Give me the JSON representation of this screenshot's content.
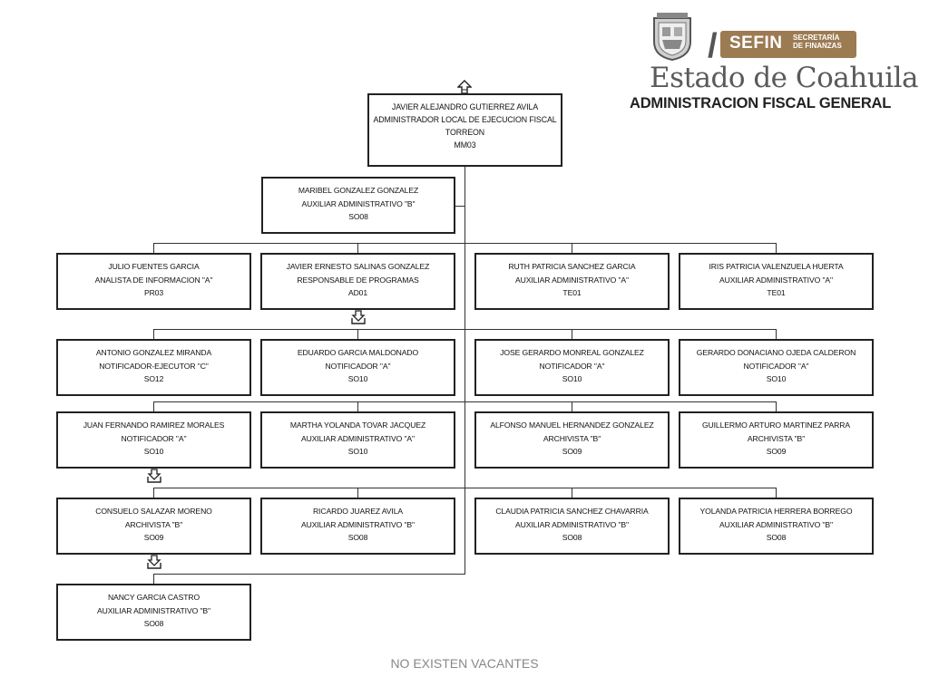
{
  "logo": {
    "sefin": "SEFIN",
    "sefin_sub_1": "SECRETARÍA",
    "sefin_sub_2": "DE FINANZAS",
    "estado": "Estado de Coahuila",
    "subtitle": "ADMINISTRACION FISCAL GENERAL",
    "crest_icon": "coat-of-arms-icon",
    "colors": {
      "sefin_band": "#9c7a52",
      "text_gray": "#5a5a5a"
    }
  },
  "head": {
    "name": "JAVIER ALEJANDRO GUTIERREZ AVILA",
    "position_1": "ADMINISTRADOR LOCAL DE EJECUCION FISCAL",
    "position_2": "TORREON",
    "code": "MM03"
  },
  "assistant": {
    "name": "MARIBEL GONZALEZ GONZALEZ",
    "position": "AUXILIAR ADMINISTRATIVO \"B\"",
    "code": "SO08"
  },
  "row1": [
    {
      "name": "JULIO FUENTES GARCIA",
      "position": "ANALISTA DE INFORMACION \"A\"",
      "code": "PR03"
    },
    {
      "name": "JAVIER ERNESTO SALINAS GONZALEZ",
      "position": "RESPONSABLE DE PROGRAMAS",
      "code": "AD01"
    },
    {
      "name": "RUTH PATRICIA SANCHEZ GARCIA",
      "position": "AUXILIAR ADMINISTRATIVO \"A\"",
      "code": "TE01"
    },
    {
      "name": "IRIS PATRICIA VALENZUELA HUERTA",
      "position": "AUXILIAR ADMINISTRATIVO \"A\"",
      "code": "TE01"
    }
  ],
  "row2": [
    {
      "name": "ANTONIO GONZALEZ MIRANDA",
      "position": "NOTIFICADOR-EJECUTOR \"C\"",
      "code": "SO12"
    },
    {
      "name": "EDUARDO GARCIA MALDONADO",
      "position": "NOTIFICADOR \"A\"",
      "code": "SO10"
    },
    {
      "name": "JOSE GERARDO MONREAL GONZALEZ",
      "position": "NOTIFICADOR \"A\"",
      "code": "SO10"
    },
    {
      "name": "GERARDO DONACIANO OJEDA CALDERON",
      "position": "NOTIFICADOR \"A\"",
      "code": "SO10"
    }
  ],
  "row3": [
    {
      "name": "JUAN FERNANDO RAMIREZ MORALES",
      "position": "NOTIFICADOR \"A\"",
      "code": "SO10"
    },
    {
      "name": "MARTHA YOLANDA TOVAR JACQUEZ",
      "position": "AUXILIAR ADMINISTRATIVO \"A\"",
      "code": "SO10"
    },
    {
      "name": "ALFONSO MANUEL HERNANDEZ GONZALEZ",
      "position": "ARCHIVISTA \"B\"",
      "code": "SO09"
    },
    {
      "name": "GUILLERMO ARTURO MARTINEZ PARRA",
      "position": "ARCHIVISTA \"B\"",
      "code": "SO09"
    }
  ],
  "row4": [
    {
      "name": "CONSUELO SALAZAR MORENO",
      "position": "ARCHIVISTA \"B\"",
      "code": "SO09"
    },
    {
      "name": "RICARDO JUAREZ AVILA",
      "position": "AUXILIAR ADMINISTRATIVO \"B\"",
      "code": "SO08"
    },
    {
      "name": "CLAUDIA PATRICIA SANCHEZ CHAVARRIA",
      "position": "AUXILIAR ADMINISTRATIVO \"B\"",
      "code": "SO08"
    },
    {
      "name": "YOLANDA PATRICIA HERRERA BORREGO",
      "position": "AUXILIAR ADMINISTRATIVO \"B\"",
      "code": "SO08"
    }
  ],
  "row5": [
    {
      "name": "NANCY GARCIA CASTRO",
      "position": "AUXILIAR ADMINISTRATIVO \"B\"",
      "code": "SO08"
    }
  ],
  "footer": "NO EXISTEN VACANTES"
}
